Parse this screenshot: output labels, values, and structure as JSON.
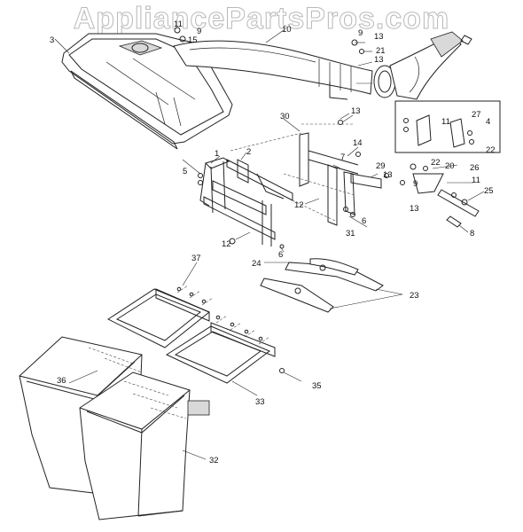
{
  "watermark": "AppliancePartsPros.com",
  "callouts": [
    "3",
    "11",
    "9",
    "15",
    "10",
    "9",
    "13",
    "21",
    "13",
    "30",
    "13",
    "14",
    "7",
    "1",
    "2",
    "5",
    "29",
    "13",
    "31",
    "12",
    "6",
    "12",
    "6",
    "27",
    "11",
    "4",
    "22",
    "22",
    "20",
    "26",
    "11",
    "9",
    "13",
    "25",
    "8",
    "37",
    "24",
    "23",
    "36",
    "33",
    "35",
    "32"
  ]
}
